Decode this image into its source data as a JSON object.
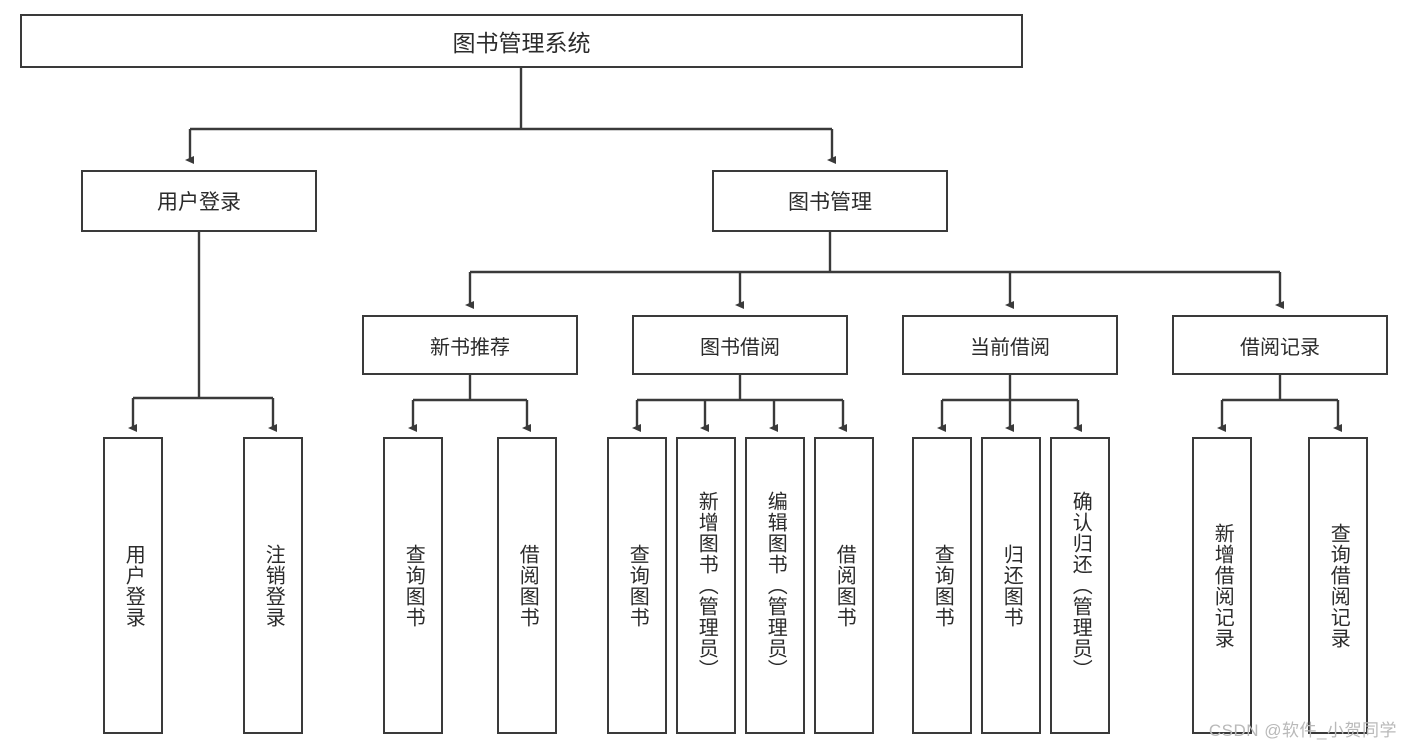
{
  "diagram": {
    "title": "图书管理系统",
    "type": "hierarchy-tree",
    "watermark": "CSDN @软件_小贺同学",
    "colors": {
      "border": "#3a3a3a",
      "text": "#2b2b2b",
      "background": "#ffffff",
      "watermark": "#b9b9b9"
    },
    "nodes": {
      "root": {
        "label": "图书管理系统"
      },
      "level1": [
        {
          "label": "用户登录"
        },
        {
          "label": "图书管理"
        }
      ],
      "level2": [
        {
          "label": "新书推荐"
        },
        {
          "label": "图书借阅"
        },
        {
          "label": "当前借阅"
        },
        {
          "label": "借阅记录"
        }
      ],
      "leaves": {
        "user_login": [
          {
            "label": "用户登录"
          },
          {
            "label": "注销登录"
          }
        ],
        "new_book": [
          {
            "label": "查询图书"
          },
          {
            "label": "借阅图书"
          }
        ],
        "book_borrow": [
          {
            "label": "查询图书"
          },
          {
            "label": "新增图书（管理员）"
          },
          {
            "label": "编辑图书（管理员）"
          },
          {
            "label": "借阅图书"
          }
        ],
        "current_borrow": [
          {
            "label": "查询图书"
          },
          {
            "label": "归还图书"
          },
          {
            "label": "确认归还（管理员）"
          }
        ],
        "borrow_record": [
          {
            "label": "新增借阅记录"
          },
          {
            "label": "查询借阅记录"
          }
        ]
      }
    }
  }
}
